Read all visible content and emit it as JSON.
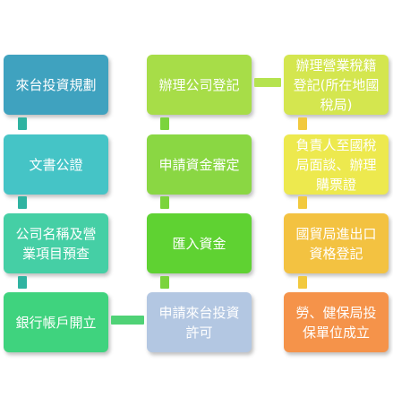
{
  "colors": {
    "col1": [
      "#3fa2bf",
      "#45c4c6",
      "#45cfa5",
      "#3fd37e"
    ],
    "col2": [
      "#a7dd48",
      "#8ad743",
      "#5fd232",
      "#b3c7e2"
    ],
    "col3": [
      "#d4e64f",
      "#ede94e",
      "#f3c241",
      "#f5934a"
    ],
    "connector_col1": "#2fb3a1",
    "connector_col2": "#7bd43c",
    "connector_col3": "#f2c93e",
    "connector_cross_1": "#4fd276",
    "connector_cross_2": "#b5e34f"
  },
  "steps": {
    "s1": "來台投資規劃",
    "s2": "文書公證",
    "s3": "公司名稱及營\n業項目預查",
    "s4": "銀行帳戶開立",
    "s5": "申請來台投資\n許可",
    "s6": "匯入資金",
    "s7": "申請資金審定",
    "s8": "辦理公司登記",
    "s9": "辦理營業稅籍\n登記(所在地國\n稅局)",
    "s10": "負責人至國稅\n局面談、辦理\n購票證",
    "s11": "國貿局進出口\n資格登記",
    "s12": "勞、健保局投\n保單位成立"
  }
}
